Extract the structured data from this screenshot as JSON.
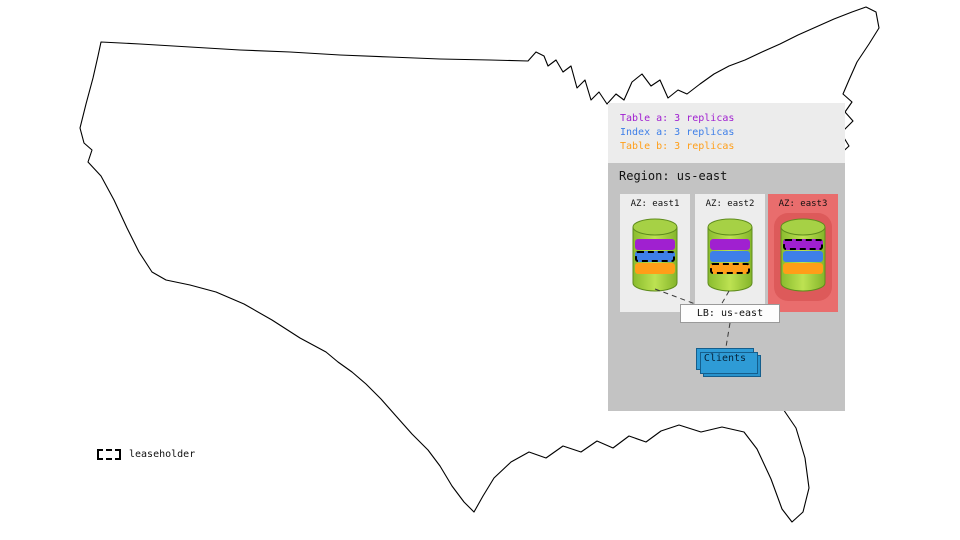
{
  "colors": {
    "table_a": "#a020d0",
    "index_a": "#3e7fe8",
    "table_b": "#ff9e18",
    "az_default_bg": "#ededed",
    "az_highlight_bg": "#e96d6d",
    "region_bg": "#c3c3c3",
    "legend_bg": "#ececec",
    "cylinder_green": "#9ccc3f",
    "clients_blue": "#2e9bd6"
  },
  "replica_legend": {
    "items": [
      {
        "label": "Table a: 3 replicas",
        "color": "#a020d0"
      },
      {
        "label": "Index a: 3 replicas",
        "color": "#3e7fe8"
      },
      {
        "label": "Table b: 3 replicas",
        "color": "#ff9e18"
      }
    ]
  },
  "region": {
    "title": "Region: us-east",
    "azs": [
      {
        "label": "AZ: east1",
        "highlighted": false,
        "replicas": [
          {
            "table": "Table a",
            "color": "#a020d0",
            "leaseholder": false
          },
          {
            "table": "Index a",
            "color": "#3e7fe8",
            "leaseholder": true
          },
          {
            "table": "Table b",
            "color": "#ff9e18",
            "leaseholder": false
          }
        ]
      },
      {
        "label": "AZ: east2",
        "highlighted": false,
        "replicas": [
          {
            "table": "Table a",
            "color": "#a020d0",
            "leaseholder": false
          },
          {
            "table": "Index a",
            "color": "#3e7fe8",
            "leaseholder": false
          },
          {
            "table": "Table b",
            "color": "#ff9e18",
            "leaseholder": true
          }
        ]
      },
      {
        "label": "AZ: east3",
        "highlighted": true,
        "replicas": [
          {
            "table": "Table a",
            "color": "#a020d0",
            "leaseholder": true
          },
          {
            "table": "Index a",
            "color": "#3e7fe8",
            "leaseholder": false
          },
          {
            "table": "Table b",
            "color": "#ff9e18",
            "leaseholder": false
          }
        ]
      }
    ],
    "load_balancer": {
      "label": "LB: us-east"
    },
    "clients": {
      "label": "Clients"
    }
  },
  "leaseholder_key": {
    "label": "leaseholder"
  }
}
